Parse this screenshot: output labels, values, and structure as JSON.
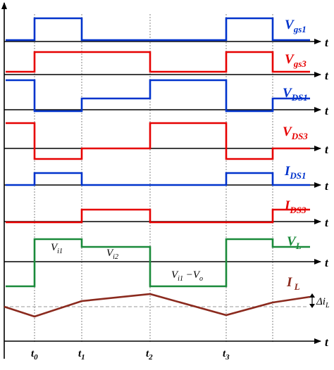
{
  "colors": {
    "gate": "#0033cc",
    "gate3": "#e60000",
    "drain1": "#0033cc",
    "drain3": "#e60000",
    "inductor_v": "#1a8a3a",
    "inductor_i": "#8b2a1e",
    "axis": "#000000",
    "guide": "#777777"
  },
  "time_axis_label": "t",
  "signals": [
    {
      "id": "vgs1",
      "main": "V",
      "sub": "gs1",
      "color_key": "gate"
    },
    {
      "id": "vgs3",
      "main": "V",
      "sub": "gs3",
      "color_key": "gate3"
    },
    {
      "id": "vds1",
      "main": "V",
      "sub": "DS1",
      "color_key": "drain1"
    },
    {
      "id": "vds3",
      "main": "V",
      "sub": "DS3",
      "color_key": "drain3"
    },
    {
      "id": "ids1",
      "main": "I",
      "sub": "DS1",
      "color_key": "drain1"
    },
    {
      "id": "ids3",
      "main": "I",
      "sub": "DS3",
      "color_key": "drain3"
    },
    {
      "id": "vl",
      "main": "V",
      "sub": "L",
      "color_key": "inductor_v"
    },
    {
      "id": "il",
      "main": "I",
      "sub": " L",
      "color_key": "inductor_i"
    }
  ],
  "time_markers": [
    {
      "main": "t",
      "sub": "0"
    },
    {
      "main": "t",
      "sub": "1"
    },
    {
      "main": "t",
      "sub": "2"
    },
    {
      "main": "t",
      "sub": "3"
    }
  ],
  "annotations": {
    "vi1": {
      "main": "V",
      "sub": "i1"
    },
    "vi2": {
      "main": "V",
      "sub": "i2"
    },
    "vi1_minus_vo": {
      "main": "V",
      "sub": "i1",
      "mid": " −V",
      "sub2": "o"
    },
    "ripple": {
      "main": "Δi",
      "sub": "L"
    }
  }
}
